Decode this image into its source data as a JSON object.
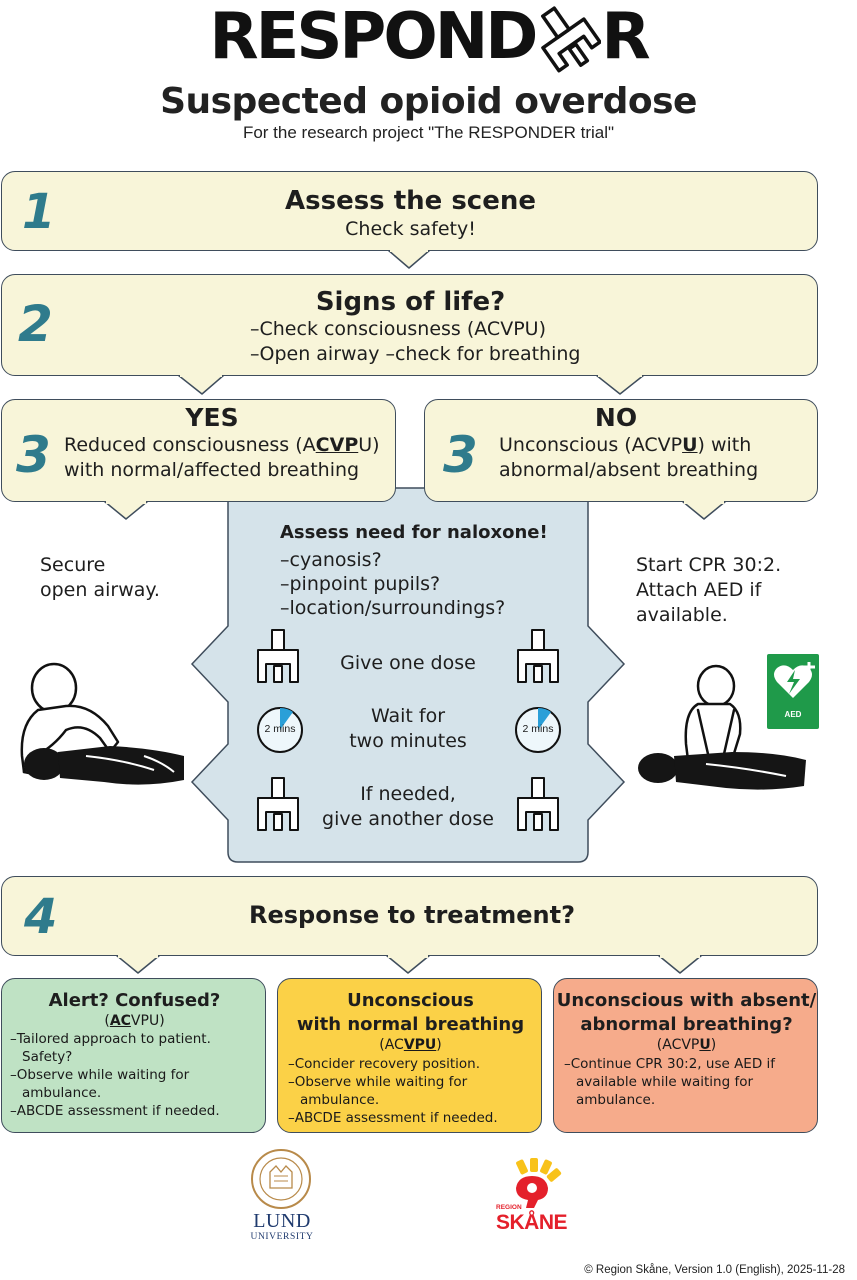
{
  "header": {
    "logo_text_left": "RESPOND",
    "logo_text_right": "R",
    "title": "Suspected opioid overdose",
    "subtitle": "For the research project \"The RESPONDER trial\""
  },
  "step1": {
    "number": "1",
    "heading": "Assess the scene",
    "text": "Check safety!"
  },
  "step2": {
    "number": "2",
    "heading": "Signs of life?",
    "lines": [
      "–Check consciousness (ACVPU)",
      "–Open airway –check for breathing"
    ]
  },
  "yes": {
    "number": "3",
    "heading": "YES",
    "line1_pre": "Reduced consciousness (A",
    "line1_em": "CVP",
    "line1_post": "U)",
    "line2": "with normal/affected breathing"
  },
  "no": {
    "number": "3",
    "heading": "NO",
    "line1_pre": "Unconscious (ACVP",
    "line1_em": "U",
    "line1_post": ") with",
    "line2": "abnormal/absent breathing"
  },
  "left_action": {
    "lines": [
      "Secure",
      "open airway."
    ]
  },
  "right_action": {
    "lines": [
      "Start CPR 30:2.",
      "Attach AED if",
      "available."
    ]
  },
  "aed_label": "AED",
  "naloxone": {
    "heading": "Assess need for naloxone!",
    "items": [
      "–cyanosis?",
      "–pinpoint pupils?",
      "–location/surroundings?"
    ],
    "dose1": "Give one dose",
    "wait_line1": "Wait for",
    "wait_line2": "two minutes",
    "timer_label": "2 mins",
    "dose2_line1": "If needed,",
    "dose2_line2": "give another dose"
  },
  "step4": {
    "number": "4",
    "heading": "Response to treatment?"
  },
  "outcomes": [
    {
      "heading_lines": [
        "Alert? Confused?"
      ],
      "scale_pre": "(",
      "scale_em": "AC",
      "scale_post": "VPU)",
      "items": [
        "–Tailored approach to patient. Safety?",
        "–Observe while waiting for ambulance.",
        "–ABCDE assessment if needed."
      ],
      "color": "#bfe2c4"
    },
    {
      "heading_lines": [
        "Unconscious",
        "with normal breathing"
      ],
      "scale_pre": "(AC",
      "scale_em": "VPU",
      "scale_post": ")",
      "items": [
        "–Concider recovery position.",
        "–Observe while waiting for ambulance.",
        "–ABCDE assessment if needed."
      ],
      "color": "#fbd147"
    },
    {
      "heading_lines": [
        "Unconscious with absent/",
        "abnormal breathing?"
      ],
      "scale_pre": "(ACVP",
      "scale_em": "U",
      "scale_post": ")",
      "items": [
        "–Continue CPR 30:2, use AED if available while waiting for ambulance."
      ],
      "color": "#f6ab8b"
    }
  ],
  "logos": {
    "lund_line1": "LUND",
    "lund_line2": "UNIVERSITY",
    "skane_line1": "REGION",
    "skane_line2": "SKÅNE"
  },
  "footer": "© Region Skåne, Version 1.0 (English), 2025-11-28",
  "colors": {
    "box_fill": "#f8f5d9",
    "panel_fill": "#d5e3ea",
    "number_teal": "#2f7b8c",
    "timer_blue": "#2a9fd8",
    "aed_green": "#1f9a4a",
    "skane_red": "#e4202b",
    "skane_yellow": "#f8c21a",
    "lund_gold": "#b88a4a",
    "lund_blue": "#1f3a6e"
  }
}
